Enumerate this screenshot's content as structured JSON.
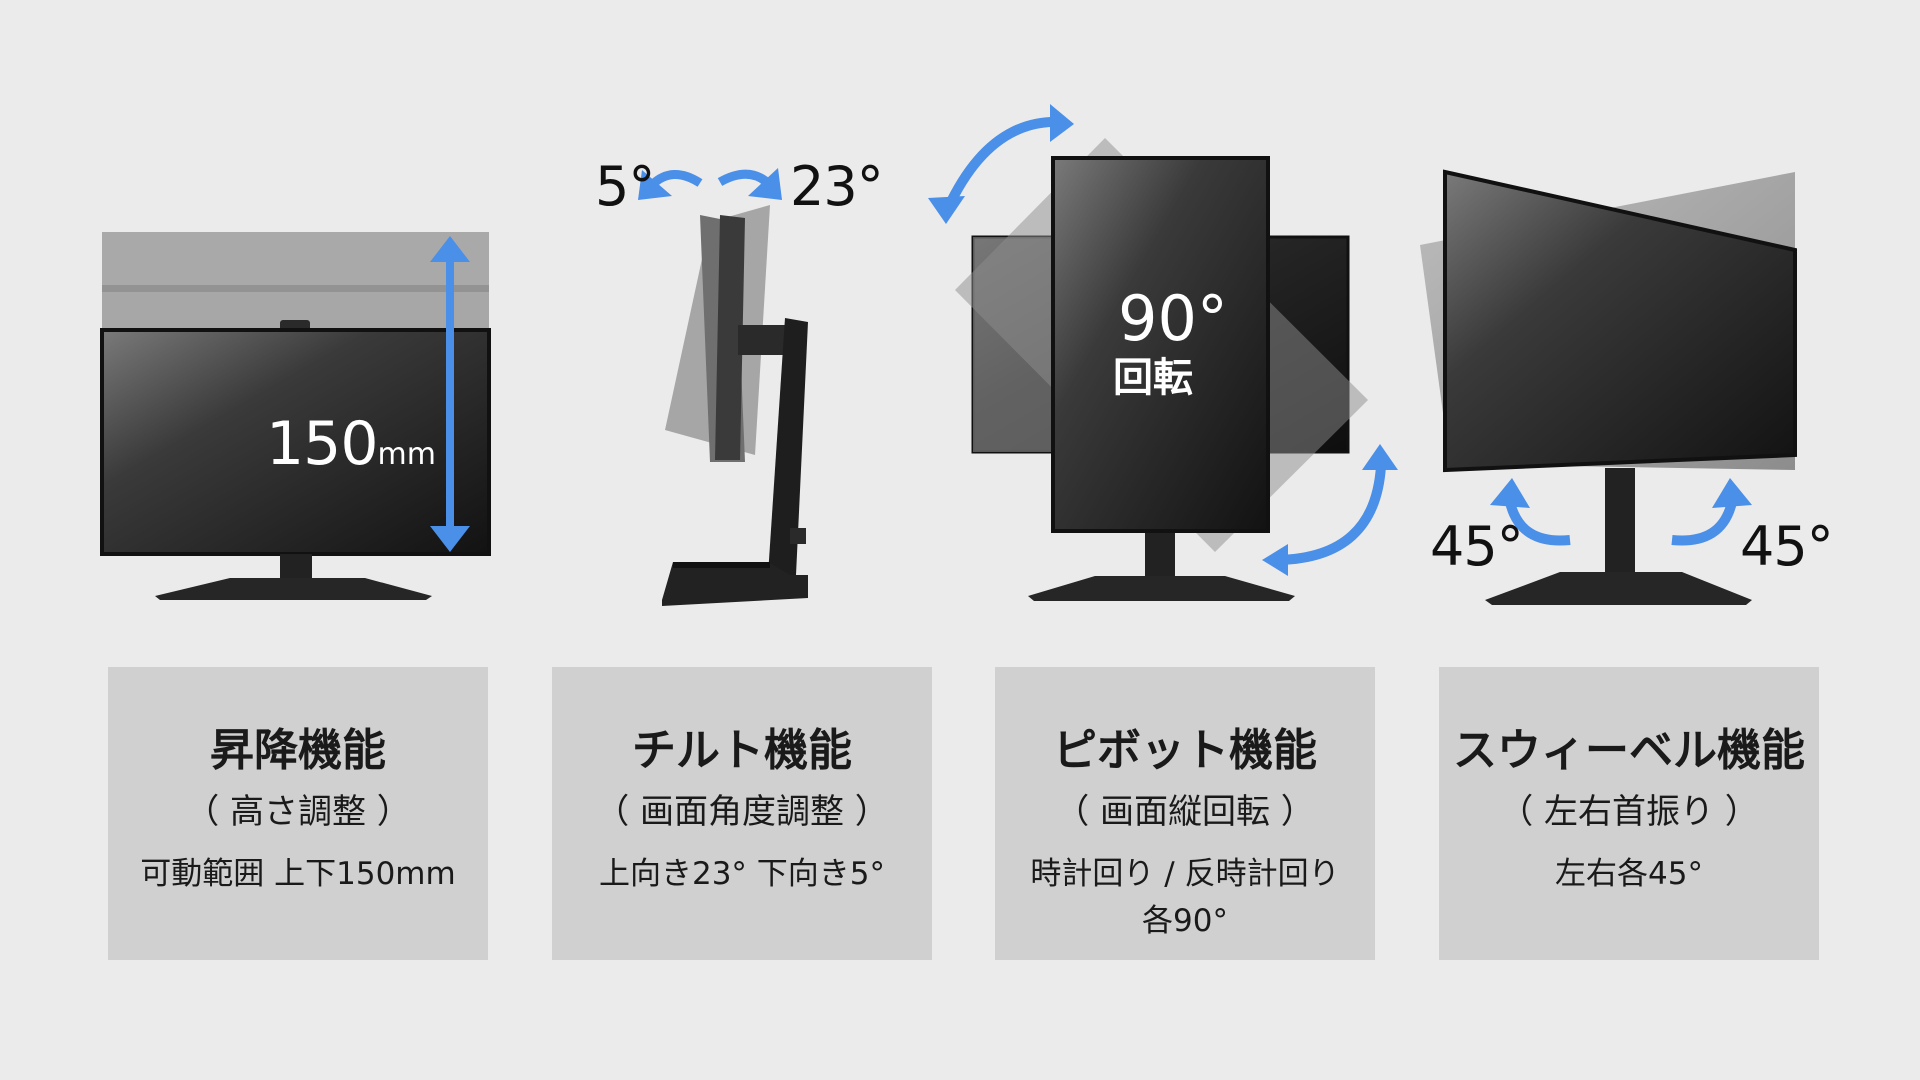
{
  "features": [
    {
      "title": "昇降機能",
      "sub": "（ 高さ調整 ）",
      "detail": "可動範囲  上下150mm",
      "overlay": {
        "value": "150",
        "unit": "mm"
      }
    },
    {
      "title": "チルト機能",
      "sub": "（ 画面角度調整 ）",
      "detail": "上向き23° 下向き5°",
      "overlay": {
        "left": "5°",
        "right": "23°"
      }
    },
    {
      "title": "ピボット機能",
      "sub": "（ 画面縦回転 ）",
      "detail": "時計回り / 反時計回り\n各90°",
      "overlay": {
        "angle": "90°",
        "label": "回転"
      }
    },
    {
      "title": "スウィーベル機能",
      "sub": "（ 左右首振り ）",
      "detail": "左右各45°",
      "overlay": {
        "left": "45°",
        "right": "45°"
      }
    }
  ],
  "colors": {
    "arrow": "#4a8fe8",
    "card": "#d0d0d0",
    "background": "#ebebeb",
    "monitor": "#1c1c1c"
  }
}
